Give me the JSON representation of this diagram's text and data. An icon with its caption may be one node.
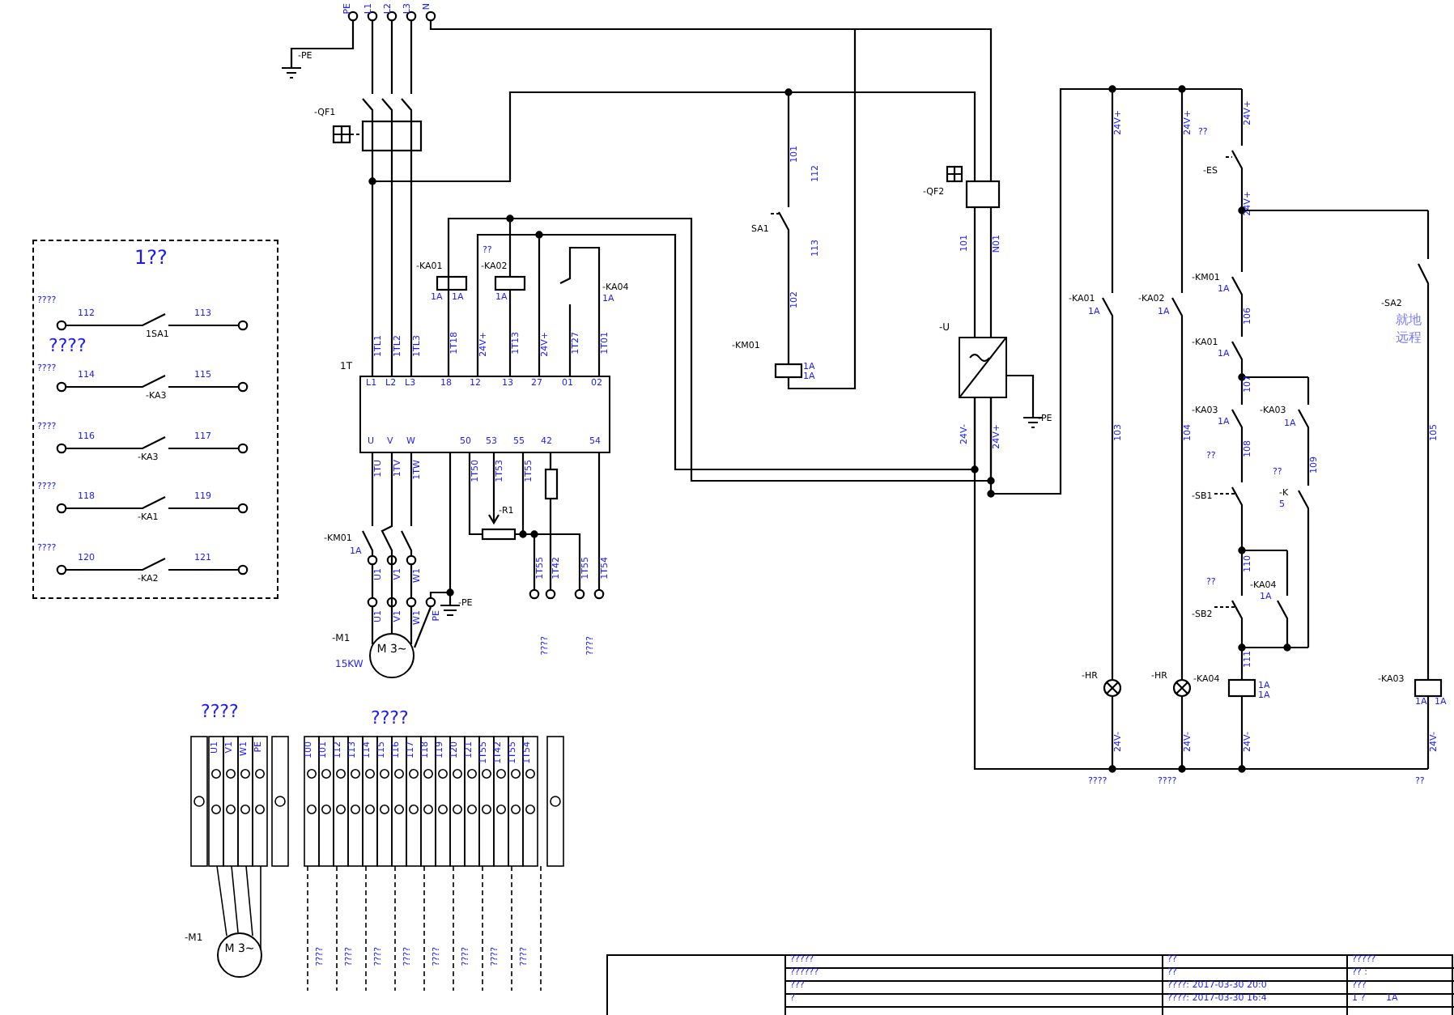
{
  "diagram": {
    "nodes": [
      {
        "text": [
          "1??"
        ]
      },
      {
        "text": [
          "1T"
        ]
      },
      {
        "text": [
          "-U"
        ]
      },
      {
        "text": [
          "M 3~"
        ],
        "beside": [
          "-M1",
          "15KW"
        ]
      },
      {
        "text": [
          "M 3~"
        ],
        "beside": [
          "-M1"
        ]
      }
    ],
    "edges": [
      {
        "from": 1,
        "to": 3,
        "arrow": "none"
      },
      {
        "from": 1,
        "to": 2,
        "arrow": "none"
      },
      {
        "from": 1,
        "to": 2,
        "arrow": "none"
      }
    ],
    "labels": [
      "PE",
      "L1",
      "L2",
      "L3",
      "N",
      "-PE",
      "-QF1",
      "-KA01",
      "1A",
      "1A",
      "-KA02",
      "??",
      "1A",
      "-KA04",
      "1A",
      "1TL1",
      "1TL2",
      "1TL3",
      "1T18",
      "24V+",
      "1T13",
      "24V+",
      "1T27",
      "1T01",
      "L1",
      "L2",
      "L3",
      "18",
      "12",
      "13",
      "27",
      "01",
      "02",
      "U",
      "V",
      "W",
      "50",
      "53",
      "55",
      "42",
      "54",
      "1TU",
      "1TV",
      "1TW",
      "1T50",
      "1T53",
      "1T55",
      "-R1",
      "-KM01",
      "1A",
      "1T55",
      "1T42",
      "1T55",
      "1T54",
      "U1",
      "V1",
      "W1",
      "U1",
      "V1",
      "W1",
      "PE",
      "-PE",
      "????",
      "????",
      "101",
      "112",
      "SA1",
      "113",
      "102",
      "-KM01",
      "1A",
      "1A",
      "-QF2",
      "101",
      "N01",
      "-PE",
      "24V-",
      "24V+",
      "24V+",
      "24V+",
      "24V+",
      "??",
      "-ES",
      "24V+",
      "-KM01",
      "1A",
      "106",
      "-KA01",
      "1A",
      "107",
      "-KA03",
      "1A",
      "-KA03",
      "1A",
      "108",
      "109",
      "??",
      "??",
      "-SB1",
      "-K",
      "5",
      "110",
      "??",
      "-SB2",
      "-KA04",
      "1A",
      "111",
      "-KA01",
      "1A",
      "-KA02",
      "1A",
      "103",
      "104",
      "-SA2",
      "就地",
      "远程",
      "105",
      "-HR",
      "-HR",
      "-KA04",
      "-KA03",
      "1A",
      "1A",
      "1A",
      "1A",
      "24V-",
      "24V-",
      "24V-",
      "24V-",
      "????",
      "????",
      "??",
      "????",
      "112",
      "113",
      "1SA1",
      "????",
      "????",
      "114",
      "115",
      "-KA3",
      "????",
      "116",
      "117",
      "-KA3",
      "????",
      "118",
      "119",
      "-KA1",
      "????",
      "120",
      "121",
      "-KA2",
      "????",
      "????",
      "U1",
      "V1",
      "W1",
      "PE",
      "100",
      "101",
      "112",
      "113",
      "114",
      "115",
      "116",
      "117",
      "118",
      "119",
      "120",
      "121",
      "1T55",
      "1T42",
      "1T55",
      "1T54",
      "????",
      "????",
      "????",
      "????",
      "????",
      "????",
      "????",
      "????",
      "?????",
      "??????",
      "???",
      "?",
      "??",
      "??",
      "????: 2017-03-30 20:0",
      "????: 2017-03-30 16:4",
      "?????",
      "?? :",
      "???",
      "1 ?",
      "1A"
    ]
  }
}
